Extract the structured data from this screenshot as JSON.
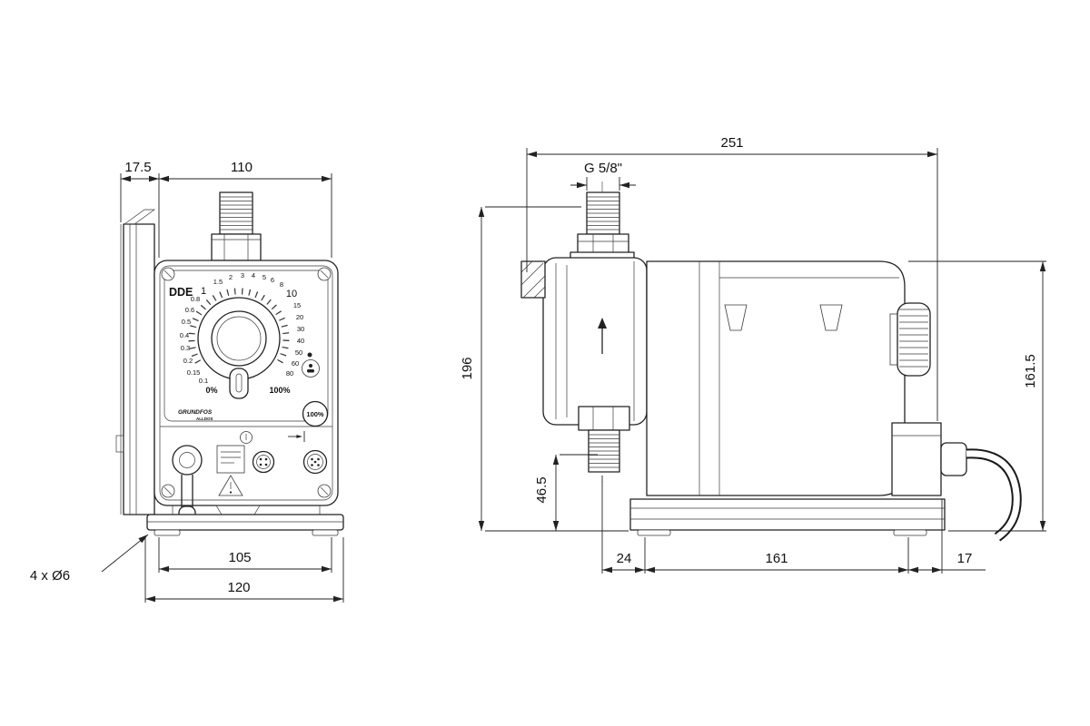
{
  "title": "DDE dosing pump dimensional drawing",
  "front_view": {
    "model_label": "DDE",
    "brand": "GRUNDFOS",
    "brand_sub": "ALLDOS",
    "dial": {
      "left": [
        "0.8",
        "0.6",
        "0.5",
        "0.4",
        "0.3",
        "0.2",
        "0.15",
        "0.1"
      ],
      "top": [
        "1",
        "1.5",
        "2",
        "3",
        "4",
        "5",
        "6",
        "8",
        "10"
      ],
      "right": [
        "15",
        "20",
        "30",
        "40",
        "50",
        "60",
        "80"
      ],
      "min": "0%",
      "max": "100%"
    },
    "boost_button_label": "100%"
  },
  "dimensions": {
    "wall_offset": "17.5",
    "front_width": "110",
    "total_depth": "251",
    "thread_size": "G 5/8\"",
    "total_height": "196",
    "body_height": "161.5",
    "outlet_height": "46.5",
    "head_overhang": "24",
    "base_length": "161",
    "rear_overhang": "17",
    "hole_spacing": "105",
    "base_width": "120",
    "mounting_holes": "4 x Ø6"
  }
}
